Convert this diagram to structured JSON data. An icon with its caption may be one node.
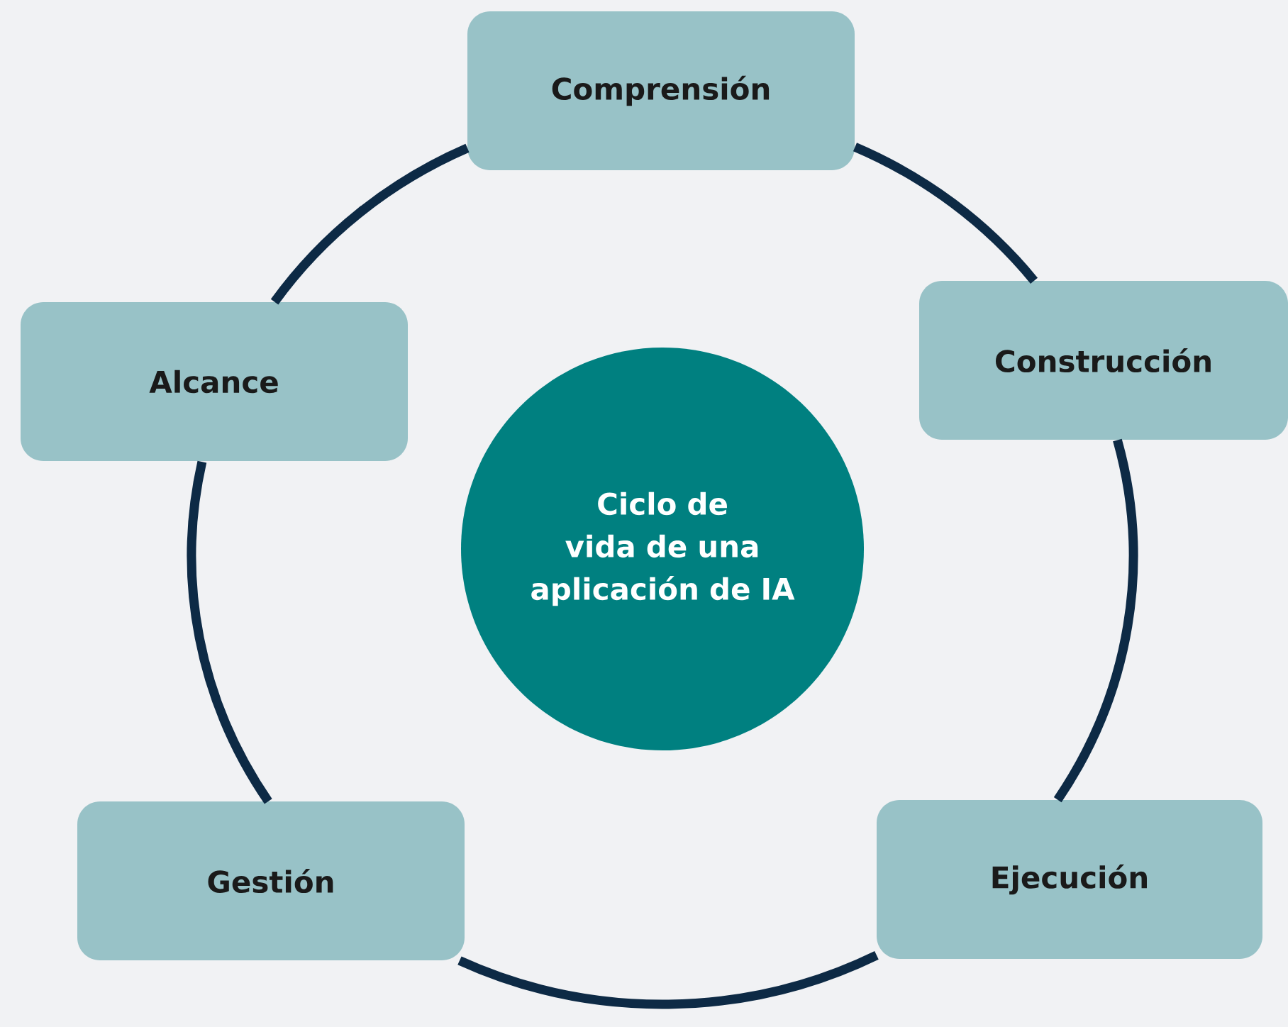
{
  "diagram": {
    "nodes": [
      {
        "text": [
          "Comprensión"
        ]
      },
      {
        "text": [
          "Alcance"
        ]
      },
      {
        "text": [
          "Construcción"
        ]
      },
      {
        "text": [
          "Ciclo de vida de una aplicación de IA"
        ]
      },
      {
        "text": [
          "Gestión"
        ]
      },
      {
        "text": [
          "Ejecución"
        ]
      }
    ],
    "edges": [
      {
        "from": 0,
        "to": 2,
        "arrow": "none"
      },
      {
        "from": 2,
        "to": 5,
        "arrow": "none"
      },
      {
        "from": 5,
        "to": 4,
        "arrow": "none"
      },
      {
        "from": 4,
        "to": 1,
        "arrow": "none"
      },
      {
        "from": 1,
        "to": 0,
        "arrow": "none"
      }
    ]
  }
}
